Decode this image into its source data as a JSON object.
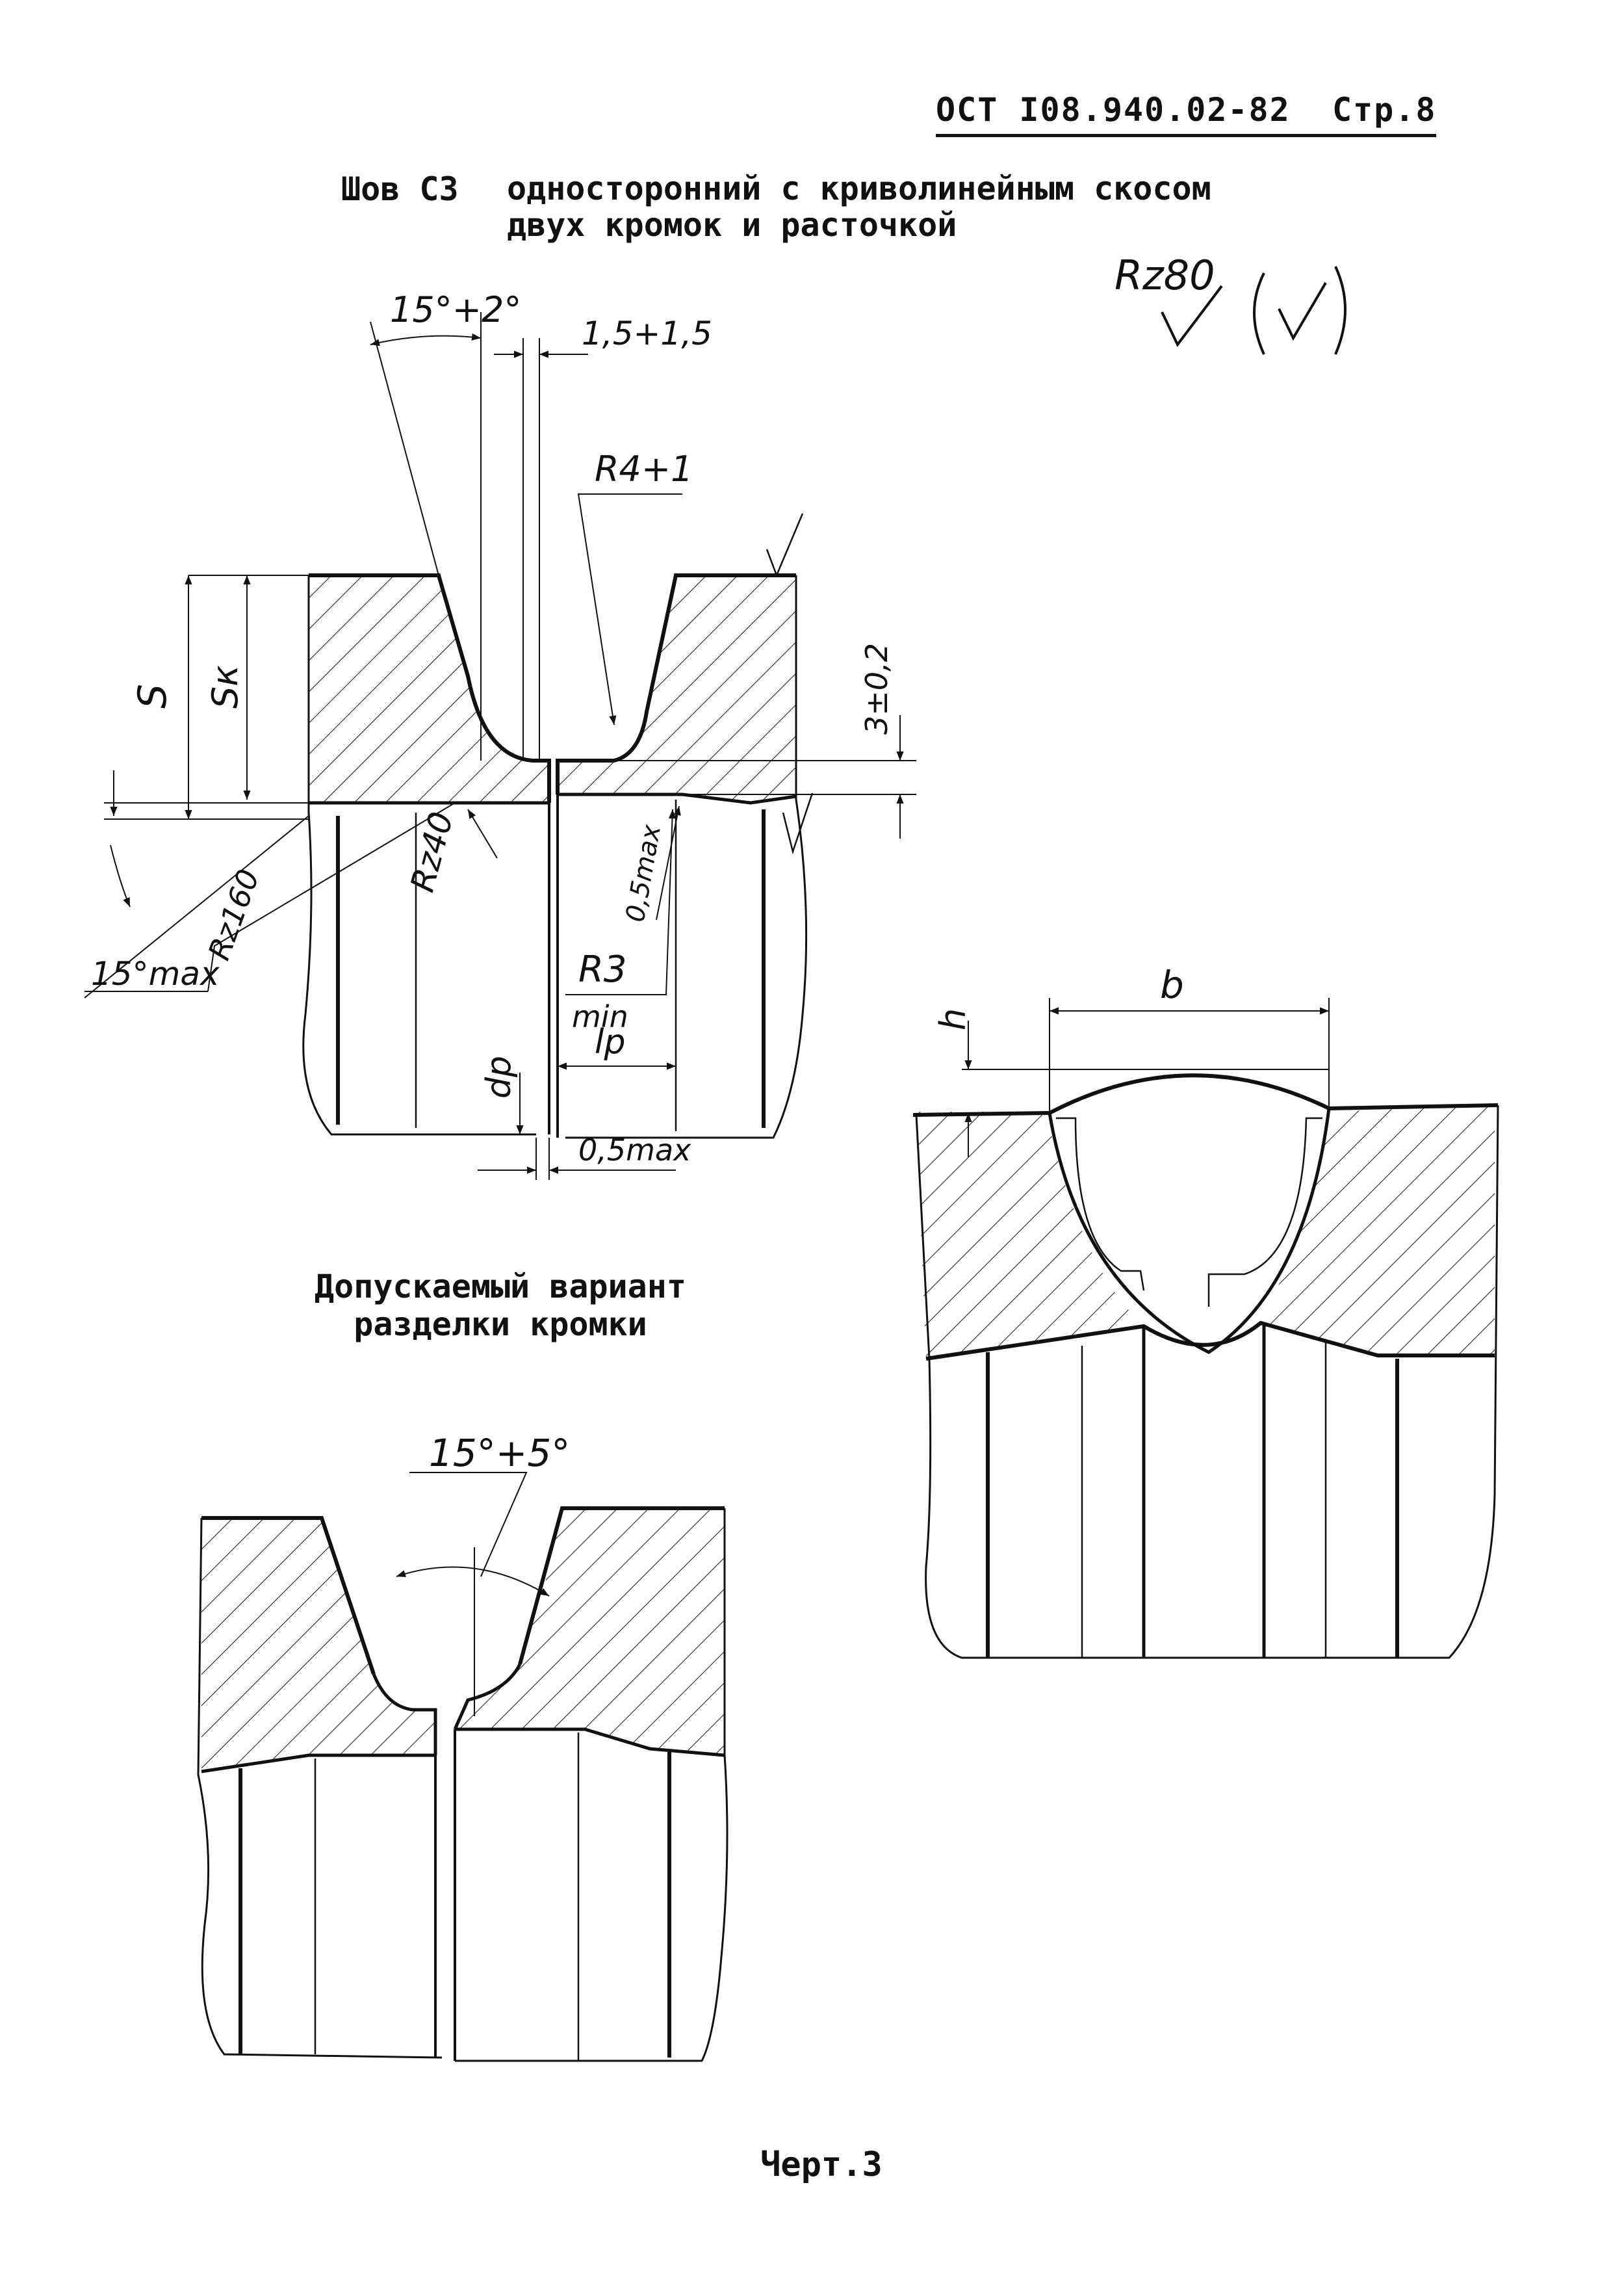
{
  "header": {
    "document_code": "ОСТ I08.940.02-82",
    "page": "Стр.8"
  },
  "seam": {
    "label": "Шов С3",
    "description_line1": "односторонний с криволинейным скосом",
    "description_line2": "двух кромок и расточкой"
  },
  "roughness_symbol": {
    "value": "Rz80"
  },
  "main_view": {
    "angle_top": "15°+2°",
    "gap_top": "1,5+1,5",
    "radius_top": "R4+1",
    "thickness": "S",
    "thickness_k": "Sк",
    "land": "3±0,2",
    "roughness_bore": "Rz40",
    "roughness_bevel": "Rz160",
    "angle_bottom": "15°max",
    "offset_max": "0,5max",
    "radius_min_value": "R3",
    "radius_min_suffix": "min",
    "bore_diameter": "dр",
    "bore_length": "lр",
    "gap_bottom": "0,5max"
  },
  "weld_view": {
    "width": "b",
    "height": "h"
  },
  "variant": {
    "title_line1": "Допускаемый вариант",
    "title_line2": "разделки кромки",
    "angle": "15°+5°"
  },
  "figure_caption": "Черт.3"
}
